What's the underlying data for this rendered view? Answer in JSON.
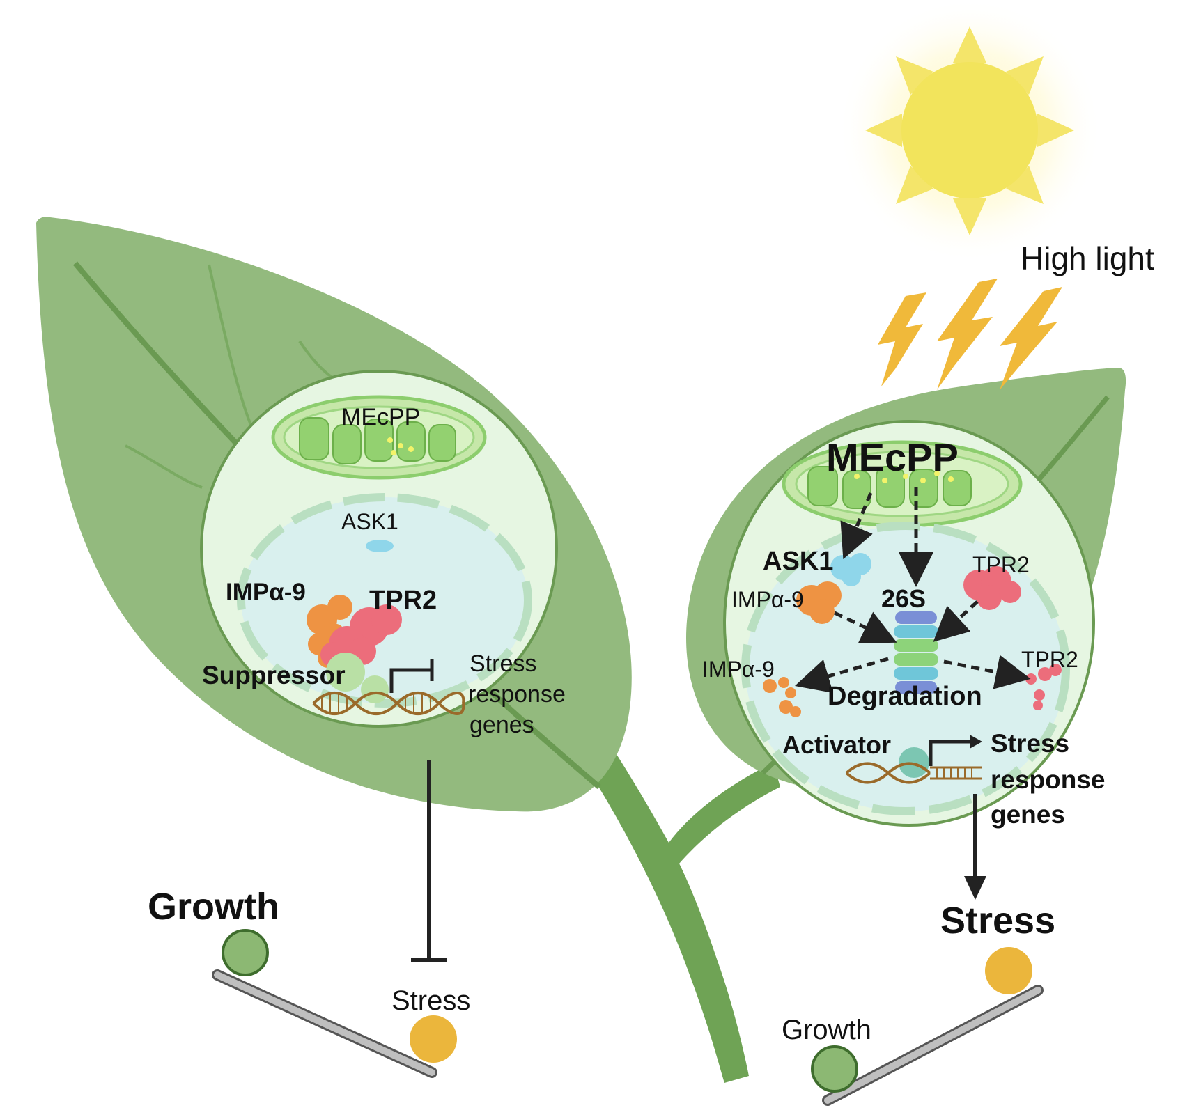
{
  "header": {
    "light_label": "High light"
  },
  "left_panel": {
    "mecpp": "MEcPP",
    "ask1": "ASK1",
    "impa9": "IMPα-9",
    "tpr2": "TPR2",
    "suppressor": "Suppressor",
    "genes_line1": "Stress",
    "genes_line2": "response",
    "genes_line3": "genes",
    "growth": "Growth",
    "stress": "Stress"
  },
  "right_panel": {
    "mecpp": "MEcPP",
    "ask1": "ASK1",
    "impa9": "IMPα-9",
    "proteasome": "26S",
    "tpr2": "TPR2",
    "impa9_degraded": "IMPα-9",
    "tpr2_degraded": "TPR2",
    "degradation": "Degradation",
    "activator": "Activator",
    "genes_line1": "Stress",
    "genes_line2": "response",
    "genes_line3": "genes",
    "stress": "Stress",
    "growth": "Growth"
  },
  "colors": {
    "leaf": "#8fbb78",
    "leaf_dark": "#5c9247",
    "cell": "#e6f6e2",
    "nucleus": "#d9f0ee",
    "sun": "#f2e45c",
    "bolt": "#f0b93a",
    "growth_ball": "#8cb873",
    "stress_ball": "#ebb63c",
    "impa9": "#ee9343",
    "tpr2": "#ec6d7b",
    "ask1": "#8fd6ea"
  },
  "icons": [
    "sun-icon",
    "lightning-icon",
    "chloroplast-icon",
    "dna-icon",
    "proteasome-icon",
    "seesaw-icon"
  ]
}
